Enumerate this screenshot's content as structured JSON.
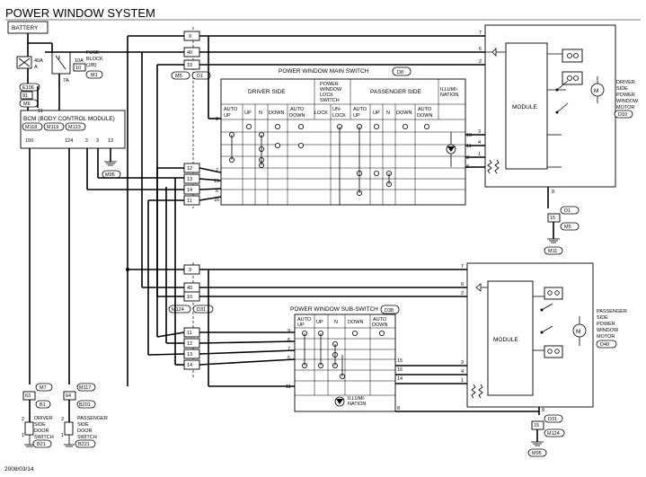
{
  "title": "POWER WINDOW SYSTEM",
  "date": "2008/03/14",
  "battery": "BATTERY",
  "fuses": {
    "main_amp": "40A",
    "main_letter": "A",
    "block_amp": "10A",
    "block_num": "10",
    "block_label_line1": "FUSE",
    "block_label_line2": "BLOCK",
    "block_label_line3": "(J/B)",
    "block_conn": "M1",
    "block_pin": "7A"
  },
  "e_connectors": {
    "top": "E106",
    "pin": "91",
    "bottom": "M6"
  },
  "bcm": {
    "label": "BCM (BODY CONTROL  MODULE)",
    "conns": [
      "M118",
      "M119",
      "M123"
    ],
    "pin_top": "11",
    "pins": [
      "150",
      "124",
      "2",
      "3",
      "13"
    ],
    "ground": "M95"
  },
  "main_switch": {
    "title": "POWER WINDOW MAIN SWITCH",
    "conn": "D8",
    "groups": {
      "driver": "DRIVER SIDE",
      "lock": [
        "POWER",
        "WINDOW",
        "LOCK",
        "SWITCH"
      ],
      "passenger": "PASSENGER SIDE",
      "illum": [
        "ILLUMI-",
        "NATION"
      ]
    },
    "cols": [
      "AUTO",
      "UP",
      "UP",
      "N",
      "DOWN",
      "AUTO",
      "DOWN",
      "LOCK",
      "UN-",
      "LOCK",
      "AUTO",
      "UP",
      "UP",
      "N",
      "DOWN",
      "AUTO",
      "DOWN"
    ],
    "left_pins": [
      "7",
      "15",
      "6",
      "16"
    ],
    "right_pins": [
      "10",
      "11",
      "3",
      "8"
    ],
    "left_pin2": "2",
    "right_pins2": [
      "3",
      "4",
      "1"
    ]
  },
  "upper_junction": {
    "pins_top": [
      "9",
      "40",
      "10"
    ],
    "conns": [
      "M5",
      "D1"
    ],
    "pins_bottom": [
      "12",
      "13",
      "14",
      "11"
    ]
  },
  "driver_motor": {
    "label": [
      "DRIVER",
      "SIDE",
      "POWER",
      "WINDOW",
      "MOTOR"
    ],
    "conn": "D10",
    "module": "MODULE",
    "pins": [
      "7",
      "6",
      "2",
      "8"
    ]
  },
  "driver_ground": {
    "pin": "8",
    "c1": "D1",
    "pin2": "15",
    "c2": "M5",
    "ground": "M11"
  },
  "sub_switch": {
    "title": "POWER WINDOW SUB-SWITCH",
    "conn": "D38",
    "cols": [
      "AUTO",
      "UP",
      "UP",
      "N",
      "DOWN",
      "AUTO",
      "DOWN"
    ],
    "left_pins": [
      "9",
      "6",
      "7",
      "5"
    ],
    "right_pins": [
      "15",
      "16",
      "14"
    ],
    "pin_11": "11",
    "pin_8": "8",
    "illum": [
      "ILLUMI-",
      "NATION"
    ]
  },
  "lower_junction": {
    "pins_top": [
      "9",
      "40",
      "10"
    ],
    "conns": [
      "M124",
      "D31"
    ],
    "pins_bottom": [
      "11",
      "12",
      "13",
      "14"
    ]
  },
  "passenger_motor": {
    "label": [
      "PASSENGER",
      "SIDE",
      "POWER",
      "WINDOW",
      "MOTOR"
    ],
    "conn": "D40",
    "module": "MODULE",
    "pins": [
      "7",
      "6",
      "2",
      "3",
      "4",
      "1",
      "8"
    ]
  },
  "passenger_ground": {
    "c1": "D31",
    "pin": "15",
    "c2": "M124",
    "ground": "M95"
  },
  "door_switches": [
    {
      "c1": "M7",
      "pin": "63",
      "c2": "B1",
      "pin2": "2",
      "pin3": "1",
      "label": [
        "DRIVER",
        "SIDE",
        "DOOR",
        "SWITCH"
      ],
      "conn": "B21"
    },
    {
      "c1": "M117",
      "pin": "64",
      "c2": "B201",
      "pin2": "2",
      "pin3": "1",
      "label": [
        "PASSENGER",
        "SIDE",
        "DOOR",
        "SWITCH"
      ],
      "conn": "B221"
    }
  ]
}
